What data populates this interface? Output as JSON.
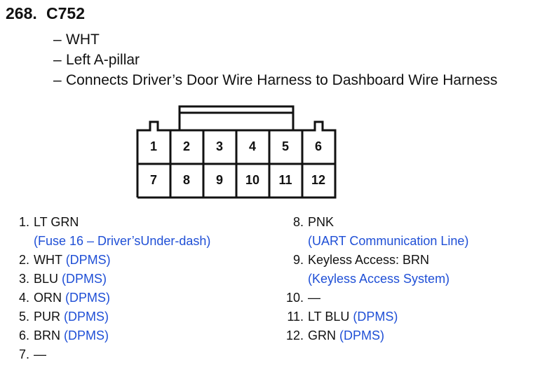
{
  "header": {
    "number": "268.",
    "code": "C752"
  },
  "details": {
    "dash": "–",
    "color": "WHT",
    "location": "Left A-pillar",
    "connects": "Connects Driver’s Door Wire Harness to Dashboard Wire Harness"
  },
  "connector": {
    "row1": [
      "1",
      "2",
      "3",
      "4",
      "5",
      "6"
    ],
    "row2": [
      "7",
      "8",
      "9",
      "10",
      "11",
      "12"
    ]
  },
  "pins_left": [
    {
      "num": "1.",
      "wire": "LT GRN",
      "note": "(Fuse 16 – Driver’sUnder-dash)"
    },
    {
      "num": "2.",
      "wire": "WHT",
      "note": "(DPMS)"
    },
    {
      "num": "3.",
      "wire": "BLU",
      "note": "(DPMS)"
    },
    {
      "num": "4.",
      "wire": "ORN",
      "note": "(DPMS)"
    },
    {
      "num": "5.",
      "wire": "PUR",
      "note": "(DPMS)"
    },
    {
      "num": "6.",
      "wire": "BRN",
      "note": "(DPMS)"
    },
    {
      "num": "7.",
      "wire": "—",
      "note": ""
    }
  ],
  "pins_right": [
    {
      "num": "8.",
      "wire": "PNK",
      "note": "(UART Communication Line)"
    },
    {
      "num": "9.",
      "wire": "Keyless Access: BRN",
      "note": "(Keyless Access System)"
    },
    {
      "num": "10.",
      "wire": "—",
      "note": ""
    },
    {
      "num": "11.",
      "wire": "LT BLU",
      "note": "(DPMS)"
    },
    {
      "num": "12.",
      "wire": "GRN",
      "note": "(DPMS)"
    }
  ],
  "colors": {
    "note": "#1f4fd6",
    "text": "#111111"
  }
}
